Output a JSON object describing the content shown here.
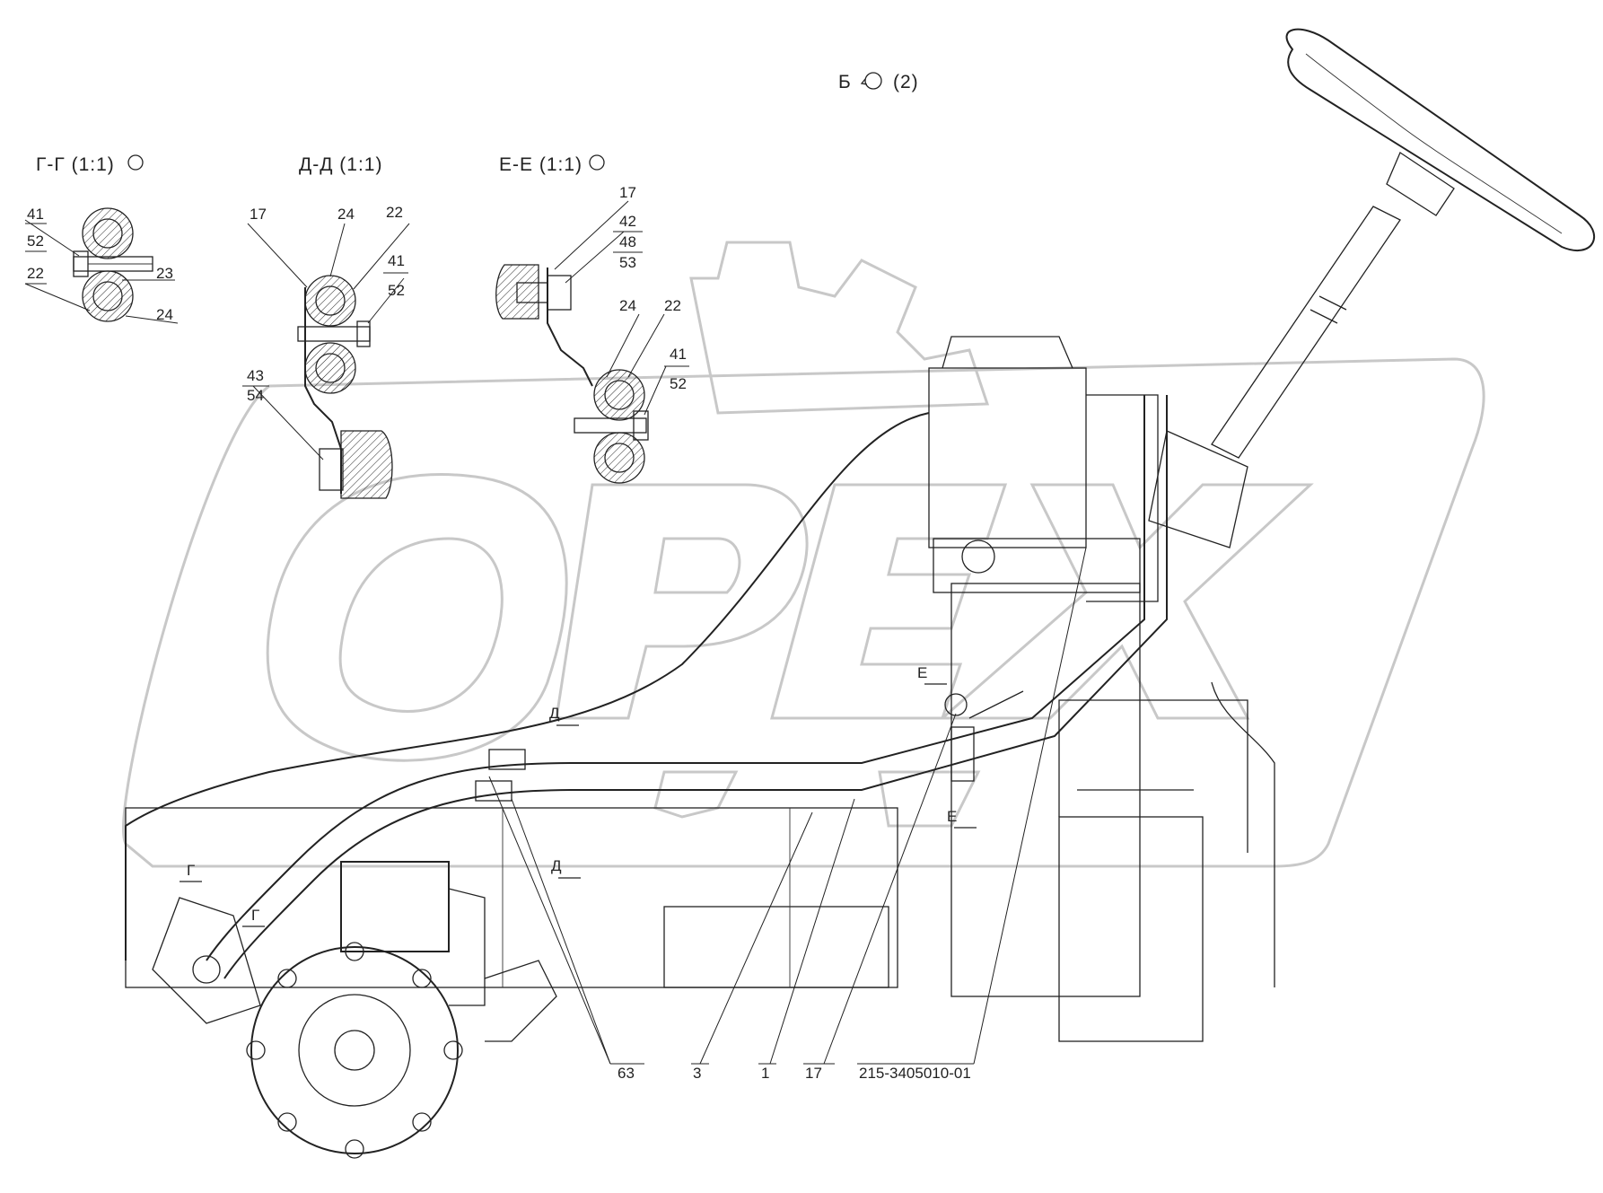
{
  "views": {
    "b_view": "Б",
    "b_view_suffix": "(2)",
    "g_section": "Г-Г (1:1)",
    "d_section": "Д-Д (1:1)",
    "e_section": "Е-Е (1:1)"
  },
  "section_markers": {
    "g1": "Г",
    "g2": "Г",
    "d1": "Д",
    "d2": "Д",
    "e1": "Е",
    "e2": "Е"
  },
  "labels_g": {
    "n41": "41",
    "n52": "52",
    "n22": "22",
    "n23": "23",
    "n24": "24"
  },
  "labels_d": {
    "n17": "17",
    "n24": "24",
    "n22": "22",
    "n41": "41",
    "n52": "52",
    "n43": "43",
    "n54": "54"
  },
  "labels_e": {
    "n17": "17",
    "n42": "42",
    "n48": "48",
    "n53": "53",
    "n24": "24",
    "n22": "22",
    "n41": "41",
    "n52": "52"
  },
  "labels_main": {
    "n63": "63",
    "n3": "3",
    "n1": "1",
    "n17": "17"
  },
  "part_number": "215-3405010-01",
  "watermark": "OPEX",
  "colors": {
    "line": "#222222",
    "watermark": "#c8c8c8",
    "background": "#ffffff"
  }
}
